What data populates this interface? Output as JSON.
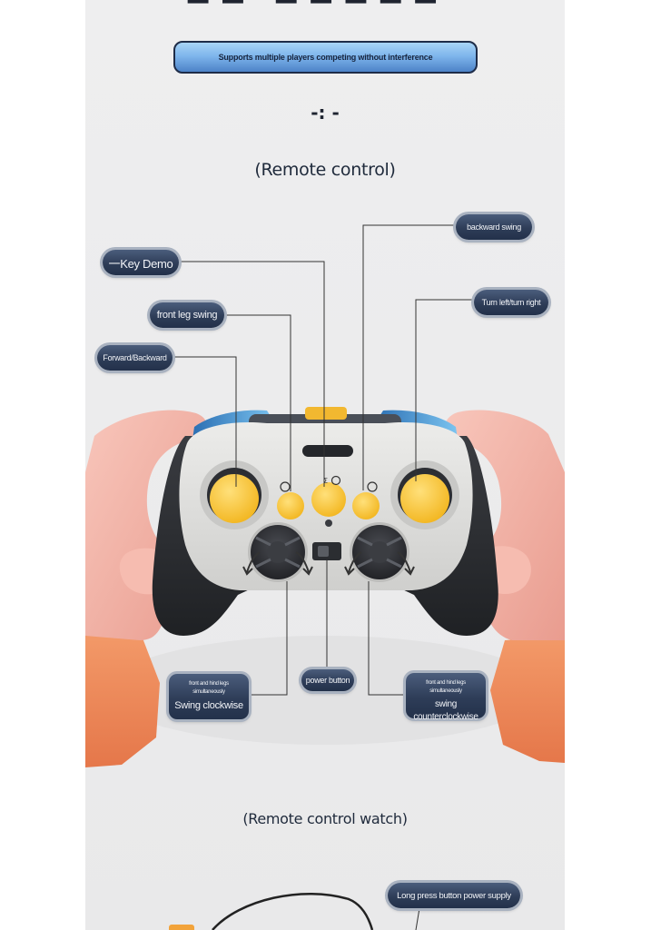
{
  "banner": {
    "text": "Supports multiple players competing without interference"
  },
  "separator": {
    "text": "-: -"
  },
  "sections": {
    "remote_control": "(Remote control)",
    "remote_control_watch": "(Remote control watch)"
  },
  "labels": {
    "key_demo": "一Key Demo",
    "backward_swing": "backward swing",
    "front_leg_swing": "front leg swing",
    "turn_left_right": "Turn left/turn right",
    "forward_backward": "Forward/Backward",
    "power_button": "power button",
    "long_press_power": "Long press button power supply"
  },
  "cards": {
    "swing_clockwise": {
      "sub": "front and hind legs simultaneously",
      "main": "Swing clockwise"
    },
    "swing_counterclockwise": {
      "sub": "front and hind legs simultaneously",
      "main": "swing counterclockwise"
    }
  },
  "colors": {
    "accent_yellow": "#f7c034",
    "controller_body": "#d8d8d6",
    "controller_grip": "#2b2d31",
    "hand_skin": "#f3b2a6",
    "sleeve": "#ef8a5b",
    "label_bg": "#2e3d58"
  }
}
